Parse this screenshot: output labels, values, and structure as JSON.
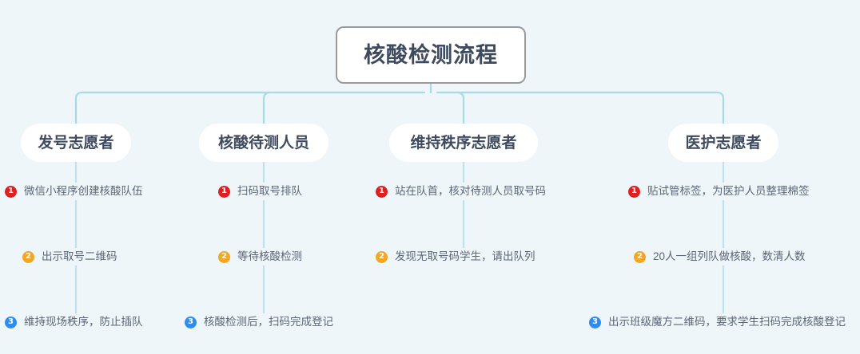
{
  "diagram": {
    "kind": "mindmap-flowchart",
    "background_color": "#eef6fa",
    "root": {
      "title": "核酸检测流程",
      "box_fill": "#ffffff",
      "box_border": "#9a9a9a",
      "text_color": "#3f4a5e"
    },
    "connector_color": "#a8dbe8",
    "badge_colors": {
      "1": "#e02020",
      "2": "#f5a623",
      "3": "#2e8bef"
    },
    "branches": [
      {
        "id": "branch-1",
        "label": "发号志愿者",
        "items": [
          {
            "num": "1",
            "text": "微信小程序创建核酸队伍"
          },
          {
            "num": "2",
            "text": "出示取号二维码"
          },
          {
            "num": "3",
            "text": "维持现场秩序，防止插队"
          }
        ]
      },
      {
        "id": "branch-2",
        "label": "核酸待测人员",
        "items": [
          {
            "num": "1",
            "text": "扫码取号排队"
          },
          {
            "num": "2",
            "text": "等待核酸检测"
          },
          {
            "num": "3",
            "text": "核酸检测后，扫码完成登记"
          }
        ]
      },
      {
        "id": "branch-3",
        "label": "维持秩序志愿者",
        "items": [
          {
            "num": "1",
            "text": "站在队首，核对待测人员取号码"
          },
          {
            "num": "2",
            "text": "发现无取号码学生，请出队列"
          }
        ]
      },
      {
        "id": "branch-4",
        "label": "医护志愿者",
        "items": [
          {
            "num": "1",
            "text": "贴试管标签，为医护人员整理棉签"
          },
          {
            "num": "2",
            "text": "20人一组列队做核酸，数清人数"
          },
          {
            "num": "3",
            "text": "出示班级魔方二维码，要求学生扫码完成核酸登记"
          }
        ]
      }
    ]
  }
}
